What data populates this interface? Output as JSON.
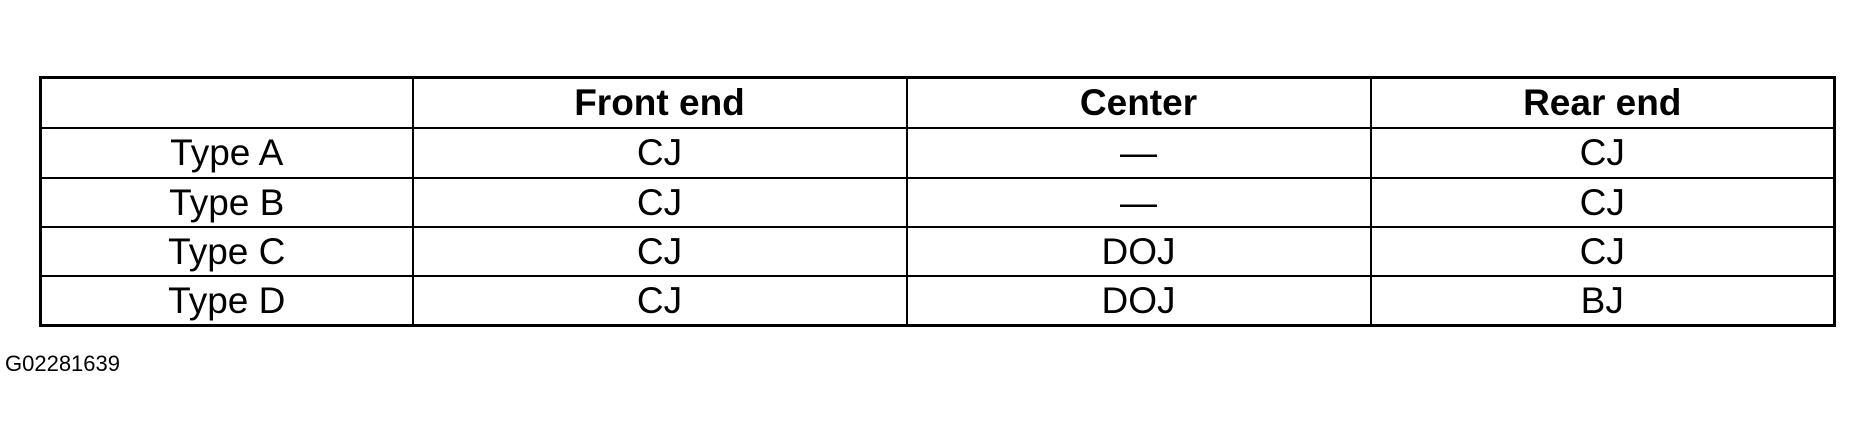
{
  "table": {
    "headers": [
      "",
      "Front end",
      "Center",
      "Rear end"
    ],
    "rows": [
      [
        "Type A",
        "CJ",
        "—",
        "CJ"
      ],
      [
        "Type B",
        "CJ",
        "—",
        "CJ"
      ],
      [
        "Type C",
        "CJ",
        "DOJ",
        "CJ"
      ],
      [
        "Type D",
        "CJ",
        "DOJ",
        "BJ"
      ]
    ]
  },
  "figure_code": "G02281639"
}
